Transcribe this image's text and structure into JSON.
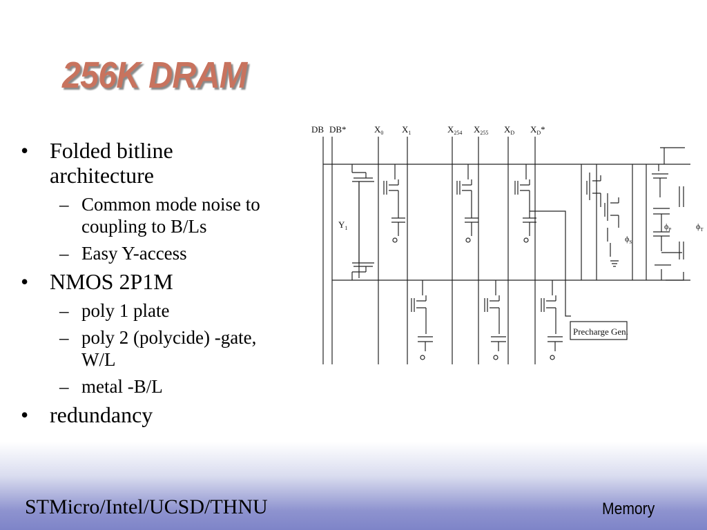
{
  "slide": {
    "title": "256K DRAM",
    "bullets": [
      {
        "text": "Folded bitline architecture",
        "line1": "Folded bitline",
        "line2": "architecture",
        "sub": [
          {
            "line1": "Common mode noise to",
            "line2": "coupling to B/Ls"
          },
          {
            "line1": "Easy Y-access"
          }
        ]
      },
      {
        "text": "NMOS 2P1M",
        "sub": [
          {
            "line1": "poly 1 plate"
          },
          {
            "line1": "poly 2 (polycide) -gate,",
            "line2": "W/L"
          },
          {
            "line1": "metal -B/L"
          }
        ]
      },
      {
        "text": "redundancy",
        "sub": []
      }
    ],
    "bullet_glyph": "•",
    "dash_glyph": "–"
  },
  "diagram": {
    "labels": {
      "db": "DB",
      "db_star": "DB*",
      "x0": "X",
      "x0_sub": "0",
      "x1": "X",
      "x1_sub": "1",
      "x254": "X",
      "x254_sub": "254",
      "x255": "X",
      "x255_sub": "255",
      "xd": "X",
      "xd_sub": "D",
      "xd_star": "X",
      "xd_star_sub": "D",
      "xd_star_suffix": "*",
      "y1": "Y",
      "y1_sub": "1",
      "phi_s": "ϕ",
      "phi_s_sub": "S",
      "phi_p": "ϕ",
      "phi_p_sub": "P",
      "phi_t": "ϕ",
      "phi_t_sub": "T",
      "precharge": "Precharge Gen."
    }
  },
  "footer": {
    "left": "STMicro/Intel/UCSD/THNU",
    "right": "Memory"
  }
}
